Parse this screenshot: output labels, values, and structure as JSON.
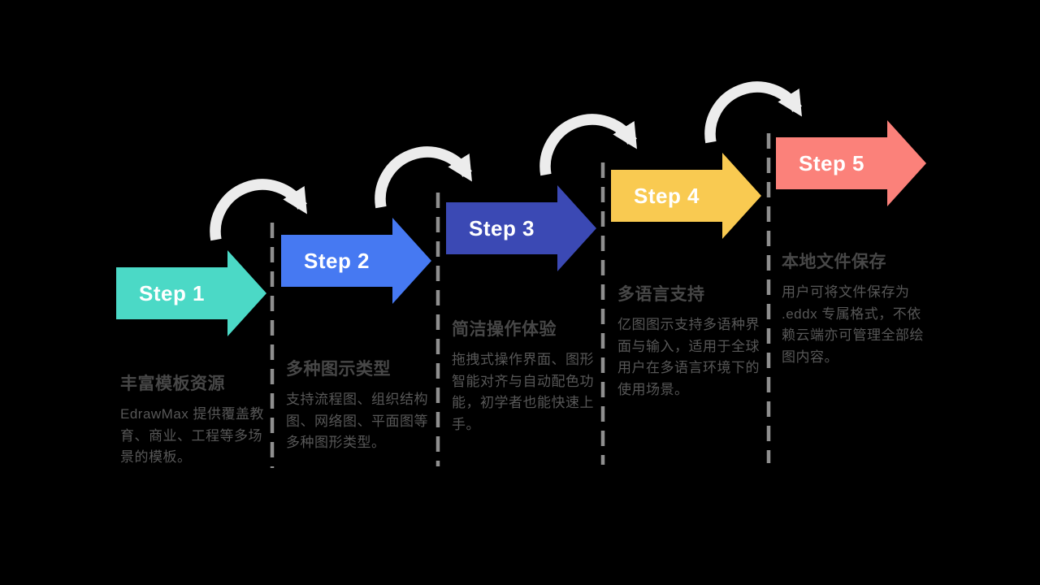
{
  "colors": {
    "background": "#000000",
    "step1": "#4BD9C6",
    "step2": "#4679F2",
    "step3": "#3B49B4",
    "step4": "#F9CA51",
    "step5": "#FB817A",
    "connector": "#ECECEC",
    "divider": "#8F8F8F",
    "heading-text": "#474747",
    "body-text": "#575757",
    "step-label-text": "#FFFFFF"
  },
  "steps": [
    {
      "label": "Step 1",
      "heading": "丰富模板资源",
      "body_lines": [
        "EdrawMax 提供覆盖教",
        "育、商业、工程等多场",
        "景的模板。"
      ]
    },
    {
      "label": "Step 2",
      "heading": "多种图示类型",
      "body_lines": [
        "支持流程图、组织结构",
        "图、网络图、平面图等",
        "多种图形类型。"
      ]
    },
    {
      "label": "Step 3",
      "heading": "简洁操作体验",
      "body_lines": [
        "拖拽式操作界面、图形",
        "智能对齐与自动配色功",
        "能，初学者也能快速上",
        "手。"
      ]
    },
    {
      "label": "Step 4",
      "heading": "多语言支持",
      "body_lines": [
        "亿图图示支持多语种界",
        "面与输入，适用于全球",
        "用户在多语言环境下的",
        "使用场景。"
      ]
    },
    {
      "label": "Step 5",
      "heading": "本地文件保存",
      "body_lines": [
        "用户可将文件保存为",
        ".eddx 专属格式，不依",
        "赖云端亦可管理全部绘",
        "图内容。"
      ]
    }
  ]
}
